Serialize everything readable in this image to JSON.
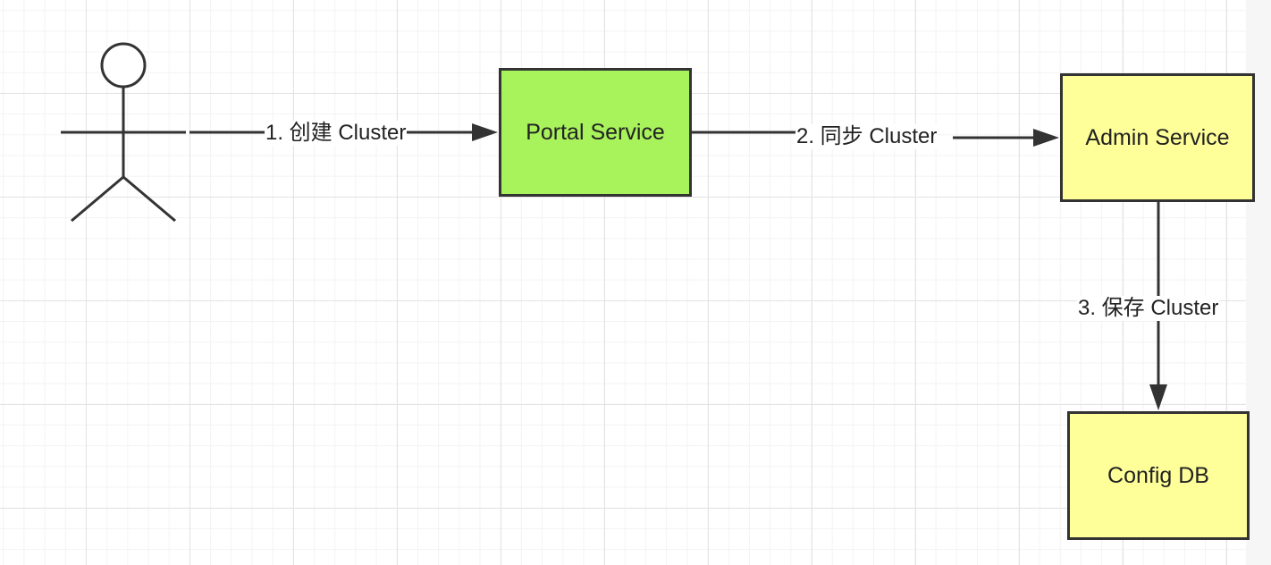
{
  "nodes": {
    "portal": {
      "label": "Portal Service",
      "fill": "#a8f25c"
    },
    "admin": {
      "label": "Admin Service",
      "fill": "#ffff99"
    },
    "configdb": {
      "label": "Config DB",
      "fill": "#ffff99"
    }
  },
  "edges": {
    "create": {
      "label": "1. 创建 Cluster"
    },
    "sync": {
      "label": "2. 同步 Cluster"
    },
    "save": {
      "label": "3. 保存 Cluster"
    }
  },
  "colors": {
    "stroke": "#333333",
    "text": "#222222"
  }
}
